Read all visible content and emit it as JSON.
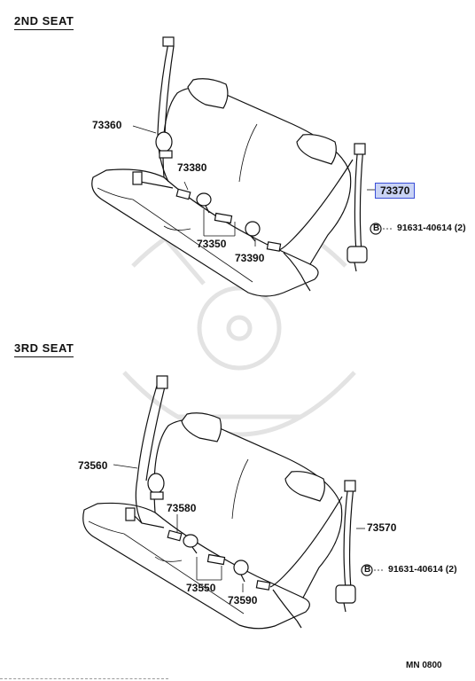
{
  "sections": [
    {
      "title": "2ND SEAT"
    },
    {
      "title": "3RD SEAT"
    }
  ],
  "callouts_2nd": {
    "p73360": "73360",
    "p73380": "73380",
    "p73350": "73350",
    "p73390": "73390",
    "p73370": "73370",
    "bolt_label": "91631-40614 (2)",
    "bolt_symbol": "B"
  },
  "callouts_3rd": {
    "p73560": "73560",
    "p73580": "73580",
    "p73550": "73550",
    "p73590": "73590",
    "p73570": "73570",
    "bolt_label": "91631-40614 (2)",
    "bolt_symbol": "B"
  },
  "footer_code": "MN  0800",
  "colors": {
    "highlight_fill": "#c9d3f5",
    "highlight_border": "#3b4fd8",
    "line": "#111111"
  }
}
